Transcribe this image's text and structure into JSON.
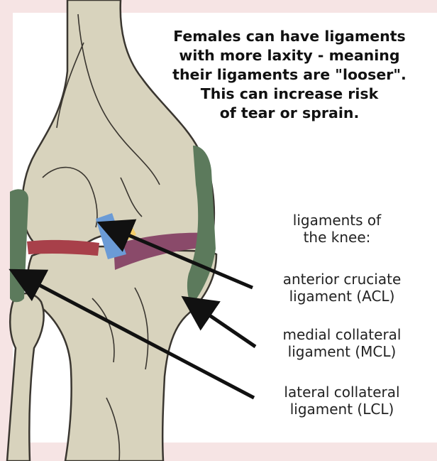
{
  "headline": {
    "lines": [
      "Females can have ligaments",
      "with more laxity - meaning",
      "their ligaments are \"looser\".",
      "This can increase risk",
      "of tear or sprain."
    ]
  },
  "section_title": {
    "line1": "ligaments of",
    "line2": "the knee:"
  },
  "labels": {
    "acl": {
      "line1": "anterior cruciate",
      "line2": "ligament (ACL)"
    },
    "mcl": {
      "line1": "medial collateral",
      "line2": "ligament (MCL)"
    },
    "lcl": {
      "line1": "lateral collateral",
      "line2": "ligament (LCL)"
    }
  },
  "colors": {
    "background": "#f6e4e4",
    "bone": "#d8d3bd",
    "bone_outline": "#3a3630",
    "collateral_ligament": "#5c7a5c",
    "acl": "#6b9bd6",
    "pcl": "#f2cd6a",
    "lateral_meniscus": "#a8404a",
    "medial_meniscus": "#8a4a6a"
  }
}
